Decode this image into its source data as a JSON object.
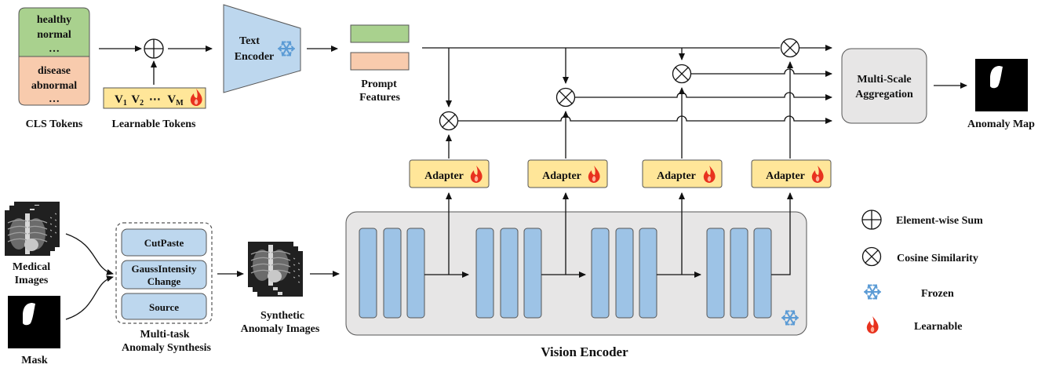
{
  "cls_tokens": {
    "top": [
      "healthy",
      "normal",
      "…"
    ],
    "bottom": [
      "disease",
      "abnormal",
      "…"
    ],
    "label": "CLS Tokens"
  },
  "learnable_tokens": {
    "v1": "V",
    "s1": "1",
    "v2": "V",
    "s2": "2",
    "dots": "⋯",
    "vm": "V",
    "sm": "M",
    "label": "Learnable Tokens"
  },
  "text_encoder": {
    "line1": "Text",
    "line2": "Encoder"
  },
  "prompt_features": {
    "line1": "Prompt",
    "line2": "Features"
  },
  "adapter_label": "Adapter",
  "multi_scale": {
    "line1": "Multi-Scale",
    "line2": "Aggregation"
  },
  "anomaly_map_label": "Anomaly Map",
  "medical_images": {
    "line1": "Medical",
    "line2": "Images"
  },
  "mask_label": "Mask",
  "synthesis": {
    "ops": [
      "CutPaste",
      "GaussIntensity",
      "Change",
      "Source"
    ],
    "line1": "Multi-task",
    "line2": "Anomaly Synthesis"
  },
  "synthetic": {
    "line1": "Synthetic",
    "line2": "Anomaly Images"
  },
  "vision_encoder_label": "Vision Encoder",
  "legend": {
    "sum": "Element-wise Sum",
    "cos": "Cosine Similarity",
    "frozen": "Frozen",
    "learnable": "Learnable"
  },
  "colors": {
    "healthy_fill": "#a9d18e",
    "disease_fill": "#f8cbad",
    "prompt_green": "#a9d18e",
    "prompt_orange": "#f8cbad",
    "encoder_fill": "#bdd7ee",
    "adapter_fill": "#ffe699",
    "aggregation_fill": "#e7e6e6",
    "vision_block_fill": "#9dc3e6",
    "synthesis_op_fill": "#bdd7ee",
    "flame": "#e8321e",
    "snowflake": "#5b9bd5"
  }
}
